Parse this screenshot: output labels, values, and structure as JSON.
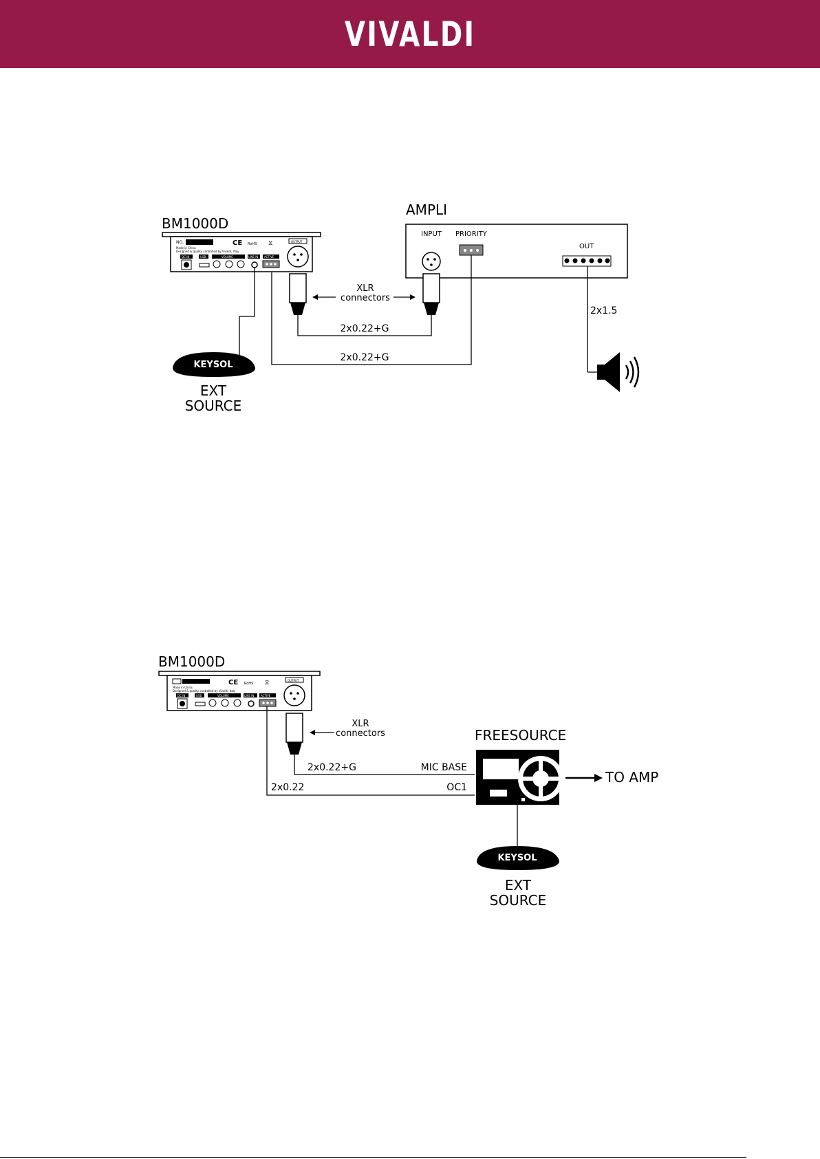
{
  "header": {
    "brand": "VIVALDI",
    "bg": "#961a48"
  },
  "diagram1": {
    "device_title": "BM1000D",
    "panel_labels": {
      "no": "NO.",
      "made_in": "Made in China",
      "designed": "Designed & quality controlled by Vivaldi, Italy",
      "dc_in": "DC IN",
      "usb": "USB",
      "volume": "VOLUME",
      "line_in": "LINE IN",
      "active": "ACTIVE",
      "output": "OUTPUT",
      "ce": "CE",
      "rohs": "RoHS"
    },
    "ampli_title": "AMPLI",
    "ampli_input": "INPUT",
    "ampli_priority": "PRIORITY",
    "ampli_out": "OUT",
    "xlr_label_1": "XLR",
    "xlr_label_2": "connectors",
    "cable_1": "2x0.22+G",
    "cable_2": "2x0.22+G",
    "speaker_cable": "2x1.5",
    "keysol": "KEYSOL",
    "ext_1": "EXT",
    "ext_2": "SOURCE"
  },
  "diagram2": {
    "device_title": "BM1000D",
    "xlr_label_1": "XLR",
    "xlr_label_2": "connectors",
    "freesource_title": "FREESOURCE",
    "cable_1": "2x0.22+G",
    "cable_1_end": "MIC BASE",
    "cable_2": "2x0.22",
    "cable_2_end": "OC1",
    "to_amp": "TO AMP",
    "keysol": "KEYSOL",
    "ext_1": "EXT",
    "ext_2": "SOURCE"
  }
}
